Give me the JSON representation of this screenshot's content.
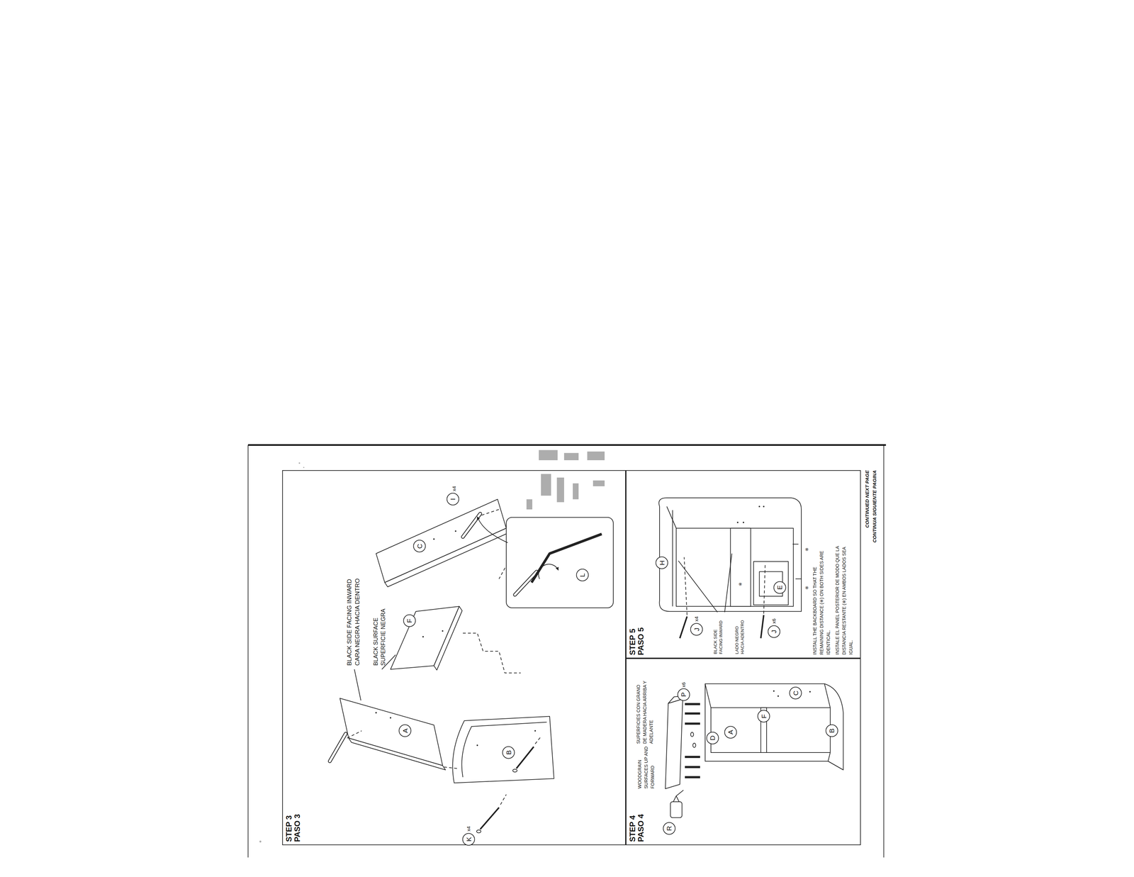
{
  "diagram": {
    "nodes": [
      {
        "text": [
          "STEP 3 PASO 3"
        ]
      },
      {
        "text": [
          "A"
        ],
        "in": 0
      },
      {
        "text": [
          "F"
        ],
        "in": 0
      },
      {
        "text": [
          "C"
        ],
        "in": 0
      },
      {
        "text": [
          "I"
        ],
        "in": 0
      },
      {
        "text": [
          "K"
        ],
        "in": 0
      },
      {
        "text": [
          "B"
        ],
        "in": 0
      },
      {
        "text": [
          "L"
        ],
        "in": 0
      },
      {
        "text": [
          "STEP 4 PASO 4"
        ]
      },
      {
        "text": [
          "R"
        ],
        "in": 8
      },
      {
        "text": [
          "P"
        ],
        "in": 8
      },
      {
        "text": [
          "D"
        ],
        "in": 8
      },
      {
        "text": [
          "C"
        ],
        "in": 8
      },
      {
        "text": [
          "F"
        ],
        "in": 8
      },
      {
        "text": [
          "A"
        ],
        "in": 8
      },
      {
        "text": [
          "B"
        ],
        "in": 8
      },
      {
        "text": [
          "STEP 5 PASO 5"
        ]
      },
      {
        "text": [
          "H"
        ],
        "in": 16
      },
      {
        "text": [
          "J"
        ],
        "in": 16
      },
      {
        "text": [
          "J"
        ],
        "in": 16
      },
      {
        "text": [
          "E"
        ],
        "in": 16
      }
    ],
    "labels": [
      "BLACK SIDE FACING INWARD",
      "CARA NEGRA HACIA DENTRO",
      "BLACK SURFACE",
      "SUPERFICIE NEGRA",
      "x4",
      "x4",
      "WOODGRAIN SURFACES UP AND FORWARD",
      "SUPERFICIES CON GRANO DE MADERA HACIA ARRIBA Y ADELANTE",
      "x6",
      "x4",
      "BLACK SIDE FACING INWARD",
      "LADO NEGRO HACIA ADENTRO",
      "x6",
      "※",
      "※",
      "※",
      "INSTALL THE BACKBOARD SO THAT THE REMAINING DISTANCE (※) ON BOTH SIDES ARE IDENTICAL.",
      "INSTALE EL PANEL POSTERIOR DE MODO QUE LA DISTANCIA RESTANTE (※) EN AMBOS LADOS SEA IGUAL.",
      "CONTINUED NEXT PAGE",
      "CONTINUA SIGUIENTE PAGINA"
    ]
  }
}
